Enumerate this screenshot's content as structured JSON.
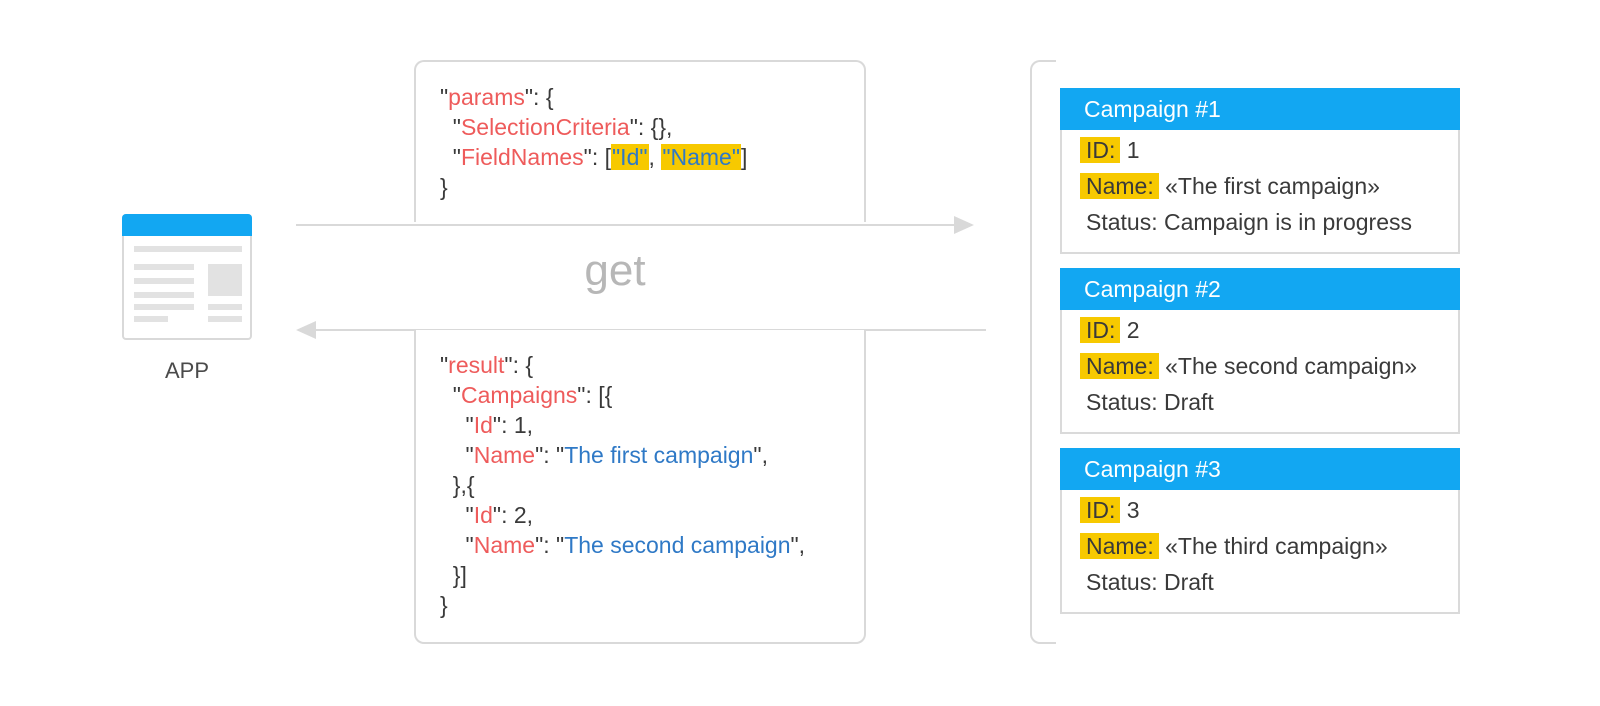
{
  "app": {
    "label": "APP"
  },
  "method": "get",
  "request": {
    "params_key": "params",
    "selection_key": "SelectionCriteria",
    "fieldnames_key": "FieldNames",
    "field_id": "\"Id\"",
    "field_name": "\"Name\""
  },
  "response": {
    "result_key": "result",
    "campaigns_key": "Campaigns",
    "id_key": "Id",
    "name_key": "Name",
    "items": [
      {
        "id": "1",
        "name": "The first campaign"
      },
      {
        "id": "2",
        "name": "The second campaign"
      }
    ]
  },
  "campaigns": [
    {
      "title": "Campaign #1",
      "id_label": "ID:",
      "id": "1",
      "name_label": "Name:",
      "name": "«The first campaign»",
      "status": "Status: Campaign is in progress"
    },
    {
      "title": "Campaign #2",
      "id_label": "ID:",
      "id": "2",
      "name_label": "Name:",
      "name": "«The second campaign»",
      "status": "Status: Draft"
    },
    {
      "title": "Campaign #3",
      "id_label": "ID:",
      "id": "3",
      "name_label": "Name:",
      "name": "«The third campaign»",
      "status": "Status: Draft"
    }
  ],
  "colors": {
    "accent": "#12a7f2",
    "highlight": "#f7c900",
    "key": "#ee5b5b",
    "string": "#2f79c6",
    "line": "#d9d9d9"
  }
}
